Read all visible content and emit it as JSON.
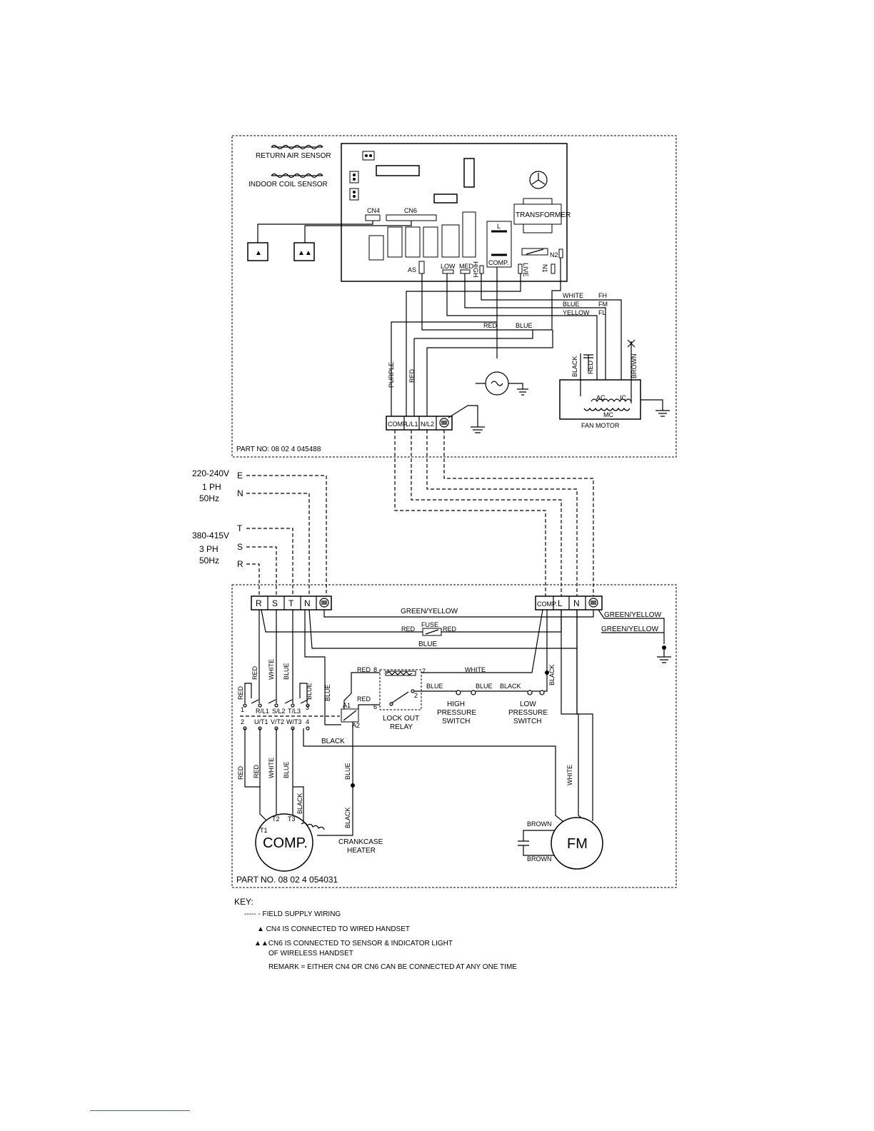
{
  "indoor": {
    "return_air_sensor": "RETURN AIR SENSOR",
    "indoor_coil_sensor": "INDOOR COIL SENSOR",
    "cn4": "CN4",
    "cn6": "CN6",
    "transformer": "TRANSFORMER",
    "relay_l": "L",
    "relay_comp": "COMP.",
    "n2": "N2",
    "as": "AS",
    "low": "LOW",
    "med": "MED",
    "high": "HIGH",
    "live": "LIVE",
    "n1": "N1",
    "wire_white": "WHITE",
    "wire_blue": "BLUE",
    "wire_yellow": "YELLOW",
    "fh": "FH",
    "fm": "FM",
    "fl": "FL",
    "red": "RED",
    "blue": "BLUE",
    "purple": "PURPLE",
    "black": "BLACK",
    "brown": "BROWN",
    "ac": "AC",
    "ic": "IC",
    "mc": "MC",
    "fan_motor": "FAN MOTOR",
    "term_comp": "COMP.",
    "term_l": "L/L1",
    "term_n": "N/L2",
    "single_tri": "▲",
    "double_tri": "▲▲",
    "part_no": "PART NO: 08  02  4  045488"
  },
  "supply": {
    "single_voltage": "220-240V",
    "single_phase": "1 PH",
    "single_freq": "50Hz",
    "e": "E",
    "n": "N",
    "three_voltage": "380-415V",
    "three_phase": "3  PH",
    "three_freq": "50Hz",
    "t": "T",
    "s": "S",
    "r": "R"
  },
  "outdoor": {
    "term_r": "R",
    "term_s": "S",
    "term_t": "T",
    "term_n": "N",
    "term_comp": "COMP.",
    "term_l": "L",
    "term_n2": "N",
    "green_yellow": "GREEN/YELLOW",
    "fuse": "FUSE",
    "red": "RED",
    "blue": "BLUE",
    "white": "WHITE",
    "black": "BLACK",
    "brown": "BROWN",
    "r_l1": "R/L1",
    "s_l2": "S/L2",
    "t_l3": "T/L3",
    "u_t1": "U/T1",
    "v_t2": "V/T2",
    "w_t3": "W/T3",
    "n1": "1",
    "n2": "2",
    "n3": "3",
    "n4": "4",
    "n6": "6",
    "n7": "7",
    "n8": "8",
    "a1": "A1",
    "a2": "A2",
    "lockout_1": "LOCK  OUT",
    "lockout_2": "RELAY",
    "hps_1": "HIGH",
    "hps_2": "PRESSURE",
    "hps_3": "SWITCH",
    "lps_1": "LOW",
    "lps_2": "PRESSURE",
    "lps_3": "SWITCH",
    "t1": "T1",
    "t2": "T2",
    "t3": "T3",
    "comp": "COMP.",
    "crank_1": "CRANKCASE",
    "crank_2": "HEATER",
    "fm": "FM",
    "part_no": "PART  NO. 08  02  4    054031"
  },
  "key": {
    "title": "KEY:",
    "field": "-----  -  FIELD  SUPPLY  WIRING",
    "cn4": "▲  CN4  IS  CONNECTED  TO  WIRED  HANDSET",
    "cn6_1": "▲▲CN6  IS  CONNECTED  TO  SENSOR  &  INDICATOR  LIGHT",
    "cn6_2": "OF  WIRELESS  HANDSET",
    "remark": "REMARK  =  EITHER  CN4  OR  CN6  CAN  BE  CONNECTED  AT  ANY  ONE  TIME"
  }
}
